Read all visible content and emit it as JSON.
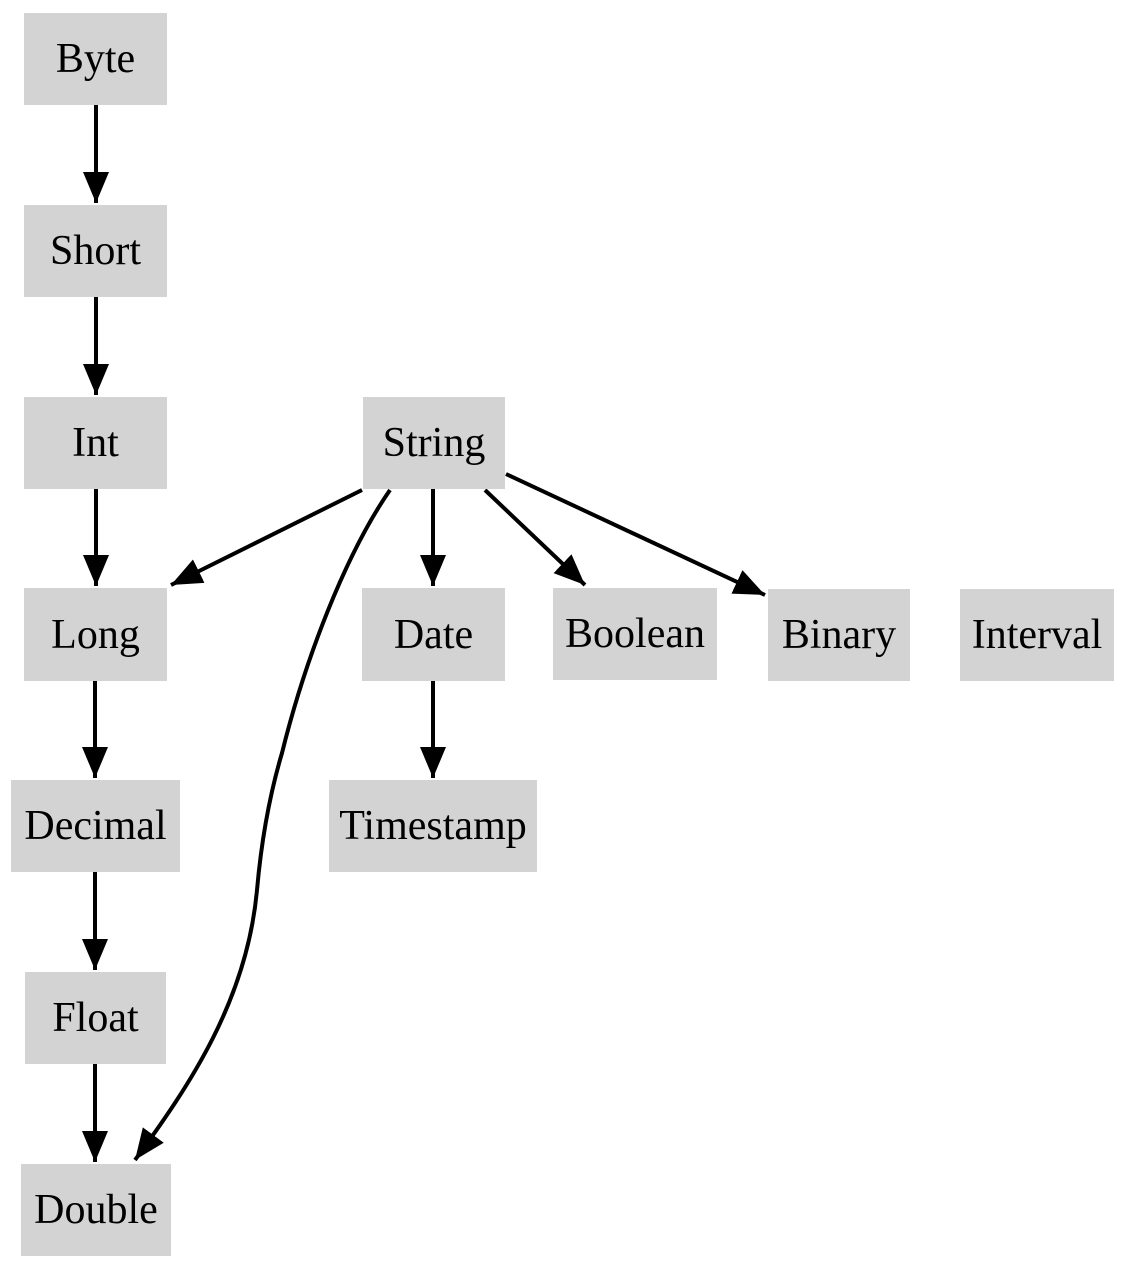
{
  "diagram": {
    "type": "directed-graph",
    "nodes": [
      {
        "id": "byte",
        "label": "Byte"
      },
      {
        "id": "short",
        "label": "Short"
      },
      {
        "id": "int",
        "label": "Int"
      },
      {
        "id": "string",
        "label": "String"
      },
      {
        "id": "long",
        "label": "Long"
      },
      {
        "id": "date",
        "label": "Date"
      },
      {
        "id": "boolean",
        "label": "Boolean"
      },
      {
        "id": "binary",
        "label": "Binary"
      },
      {
        "id": "interval",
        "label": "Interval"
      },
      {
        "id": "decimal",
        "label": "Decimal"
      },
      {
        "id": "timestamp",
        "label": "Timestamp"
      },
      {
        "id": "float",
        "label": "Float"
      },
      {
        "id": "double",
        "label": "Double"
      }
    ],
    "edges": [
      {
        "from": "Byte",
        "to": "Short"
      },
      {
        "from": "Short",
        "to": "Int"
      },
      {
        "from": "Int",
        "to": "Long"
      },
      {
        "from": "Long",
        "to": "Decimal"
      },
      {
        "from": "Decimal",
        "to": "Float"
      },
      {
        "from": "Float",
        "to": "Double"
      },
      {
        "from": "String",
        "to": "Long"
      },
      {
        "from": "String",
        "to": "Date"
      },
      {
        "from": "String",
        "to": "Boolean"
      },
      {
        "from": "String",
        "to": "Binary"
      },
      {
        "from": "String",
        "to": "Double"
      },
      {
        "from": "Date",
        "to": "Timestamp"
      }
    ],
    "colors": {
      "node_fill": "#d3d3d3",
      "edge": "#000000",
      "text": "#000000",
      "background": "#ffffff"
    }
  }
}
